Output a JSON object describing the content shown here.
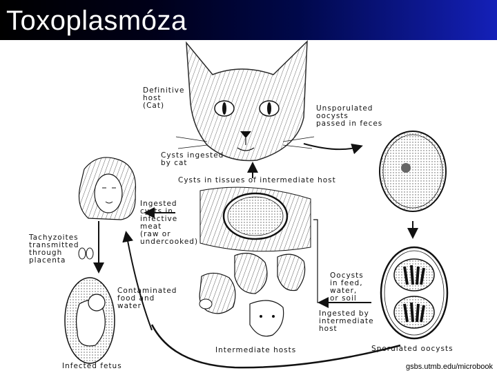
{
  "slide": {
    "title": "Toxoplasmóza"
  },
  "diagram": {
    "labels": {
      "definitive_host": "Definitive\nhost\n(Cat)",
      "unsporulated": "Unsporulated\noocysts\npassed in feces",
      "cysts_ingested_by_cat": "Cysts ingested\nby cat",
      "cysts_in_tissues": "Cysts in tissues of intermediate host",
      "ingested_cysts": "Ingested\ncysts in\ninfective\nmeat\n(raw or\nundercooked)",
      "tachyzoites": "Tachyzoites\ntransmitted\nthrough\nplacenta",
      "contaminated": "Contaminated\nfood and\nwater",
      "oocysts_in_feed": "Oocysts\nin feed,\nwater,\nor soil",
      "ingested_by_intermediate": "Ingested by\nintermediate\nhost",
      "intermediate_hosts": "Intermediate hosts",
      "sporulated": "Sporulated oocysts",
      "infected_fetus": "Infected fetus"
    },
    "credit": "gsbs.utmb.edu/microbook"
  }
}
